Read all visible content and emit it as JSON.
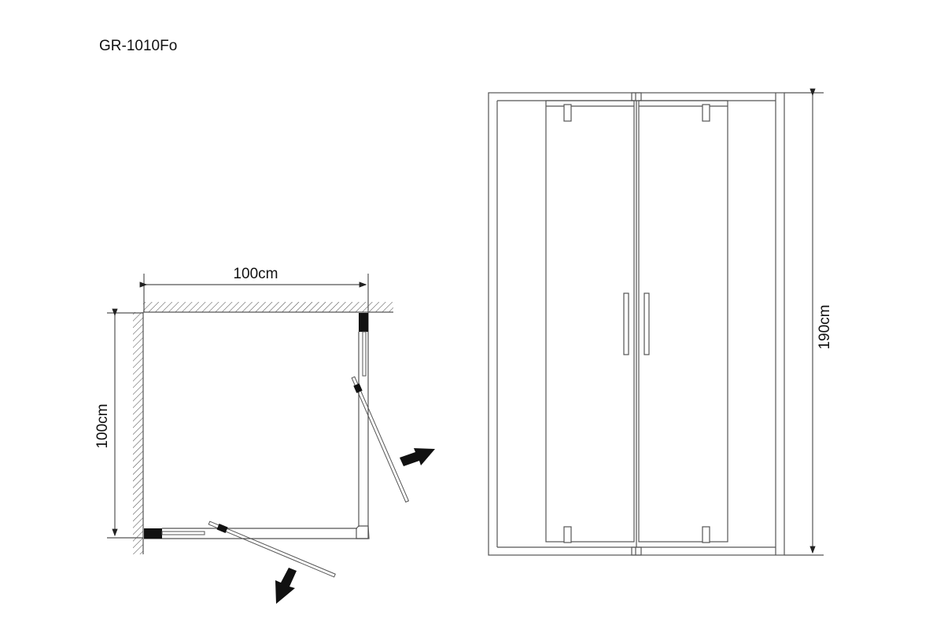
{
  "title": "GR-1010Fo",
  "plan_view": {
    "width_label": "100cm",
    "depth_label": "100cm"
  },
  "front_view": {
    "height_label": "190cm"
  },
  "colors": {
    "line": "#555555",
    "fill": "#111111"
  }
}
